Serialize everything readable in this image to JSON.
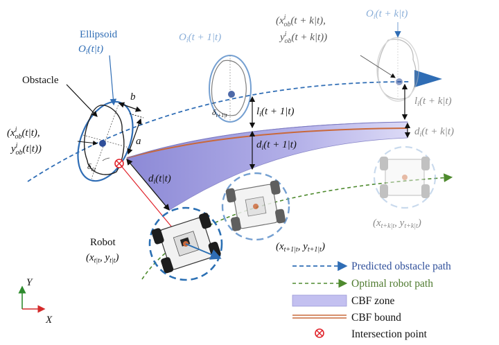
{
  "labels": {
    "ellipsoid_title": "Ellipsoid",
    "ellipsoid_O": "O",
    "ellipsoid_O_sub": "i",
    "ellipsoid_O_arg": "(t|t)",
    "obstacle": "Obstacle",
    "b": "b",
    "a": "a",
    "obs_pos_line1_pre": "(x",
    "obs_pos_line1_sup": "i",
    "obs_pos_line1_sub": "ob",
    "obs_pos_line1_arg": "(t|t),",
    "obs_pos_line2_pre": "y",
    "obs_pos_line2_sup": "i",
    "obs_pos_line2_sub": "ob",
    "obs_pos_line2_arg": "(t|t))",
    "delta_tt": "δ",
    "delta_tt_sub": "t|t",
    "delta_t1": "δ",
    "delta_t1_sub": "t+1|t",
    "O_t1": "O",
    "O_t1_sub": "i",
    "O_t1_arg": "(t + 1|t)",
    "l_t1": "l",
    "l_t1_sub": "i",
    "l_t1_arg": "(t + 1|t)",
    "d_t1": "d",
    "d_t1_sub": "i",
    "d_t1_arg": "(t + 1|t)",
    "d_tt": "d",
    "d_tt_sub": "i",
    "d_tt_arg": "(t|t)",
    "obs_k_line1_pre": "(x",
    "obs_k_line1_sup": "i",
    "obs_k_line1_sub": "ob",
    "obs_k_line1_arg": "(t + k|t),",
    "obs_k_line2_pre": "y",
    "obs_k_line2_sup": "i",
    "obs_k_line2_sub": "ob",
    "obs_k_line2_arg": "(t + k|t))",
    "O_tk": "O",
    "O_tk_sub": "i",
    "O_tk_arg": "(t + k|t)",
    "l_tk": "l",
    "l_tk_sub": "i",
    "l_tk_arg": "(t + k|t)",
    "d_tk": "d",
    "d_tk_sub": "i",
    "d_tk_arg": "(t + k|t)",
    "robot_title": "Robot",
    "robot_pos_pre": "(x",
    "robot_pos_sub": "t|t",
    "robot_pos_mid": ", y",
    "robot_pos_sub2": "t|t",
    "robot_pos_end": ")",
    "robot_t1_pre": "(x",
    "robot_t1_sub": "t+1|t",
    "robot_t1_mid": ", y",
    "robot_t1_sub2": "t+1|t",
    "robot_t1_end": ")",
    "robot_tk_pre": "(x",
    "robot_tk_sub": "t+k|t",
    "robot_tk_mid": ", y",
    "robot_tk_sub2": "t+k|t",
    "robot_tk_end": ")",
    "axis_y": "Y",
    "axis_x": "X"
  },
  "legend": {
    "predicted_path": "Predicted obstacle path",
    "optimal_path": "Optimal robot path",
    "cbf_zone": "CBF zone",
    "cbf_bound": "CBF bound",
    "intersection": "Intersection point"
  },
  "colors": {
    "obstacle_blue": "#2f6db5",
    "robot_green": "#4e8a2e",
    "cbf_zone_fill": "#b9b6ec",
    "cbf_bound": "#c9683a",
    "intersection_red": "#e0232b",
    "robot_ring": "#2a6fb3",
    "axis_green": "#2e8b2e",
    "axis_red": "#d42a2a"
  }
}
